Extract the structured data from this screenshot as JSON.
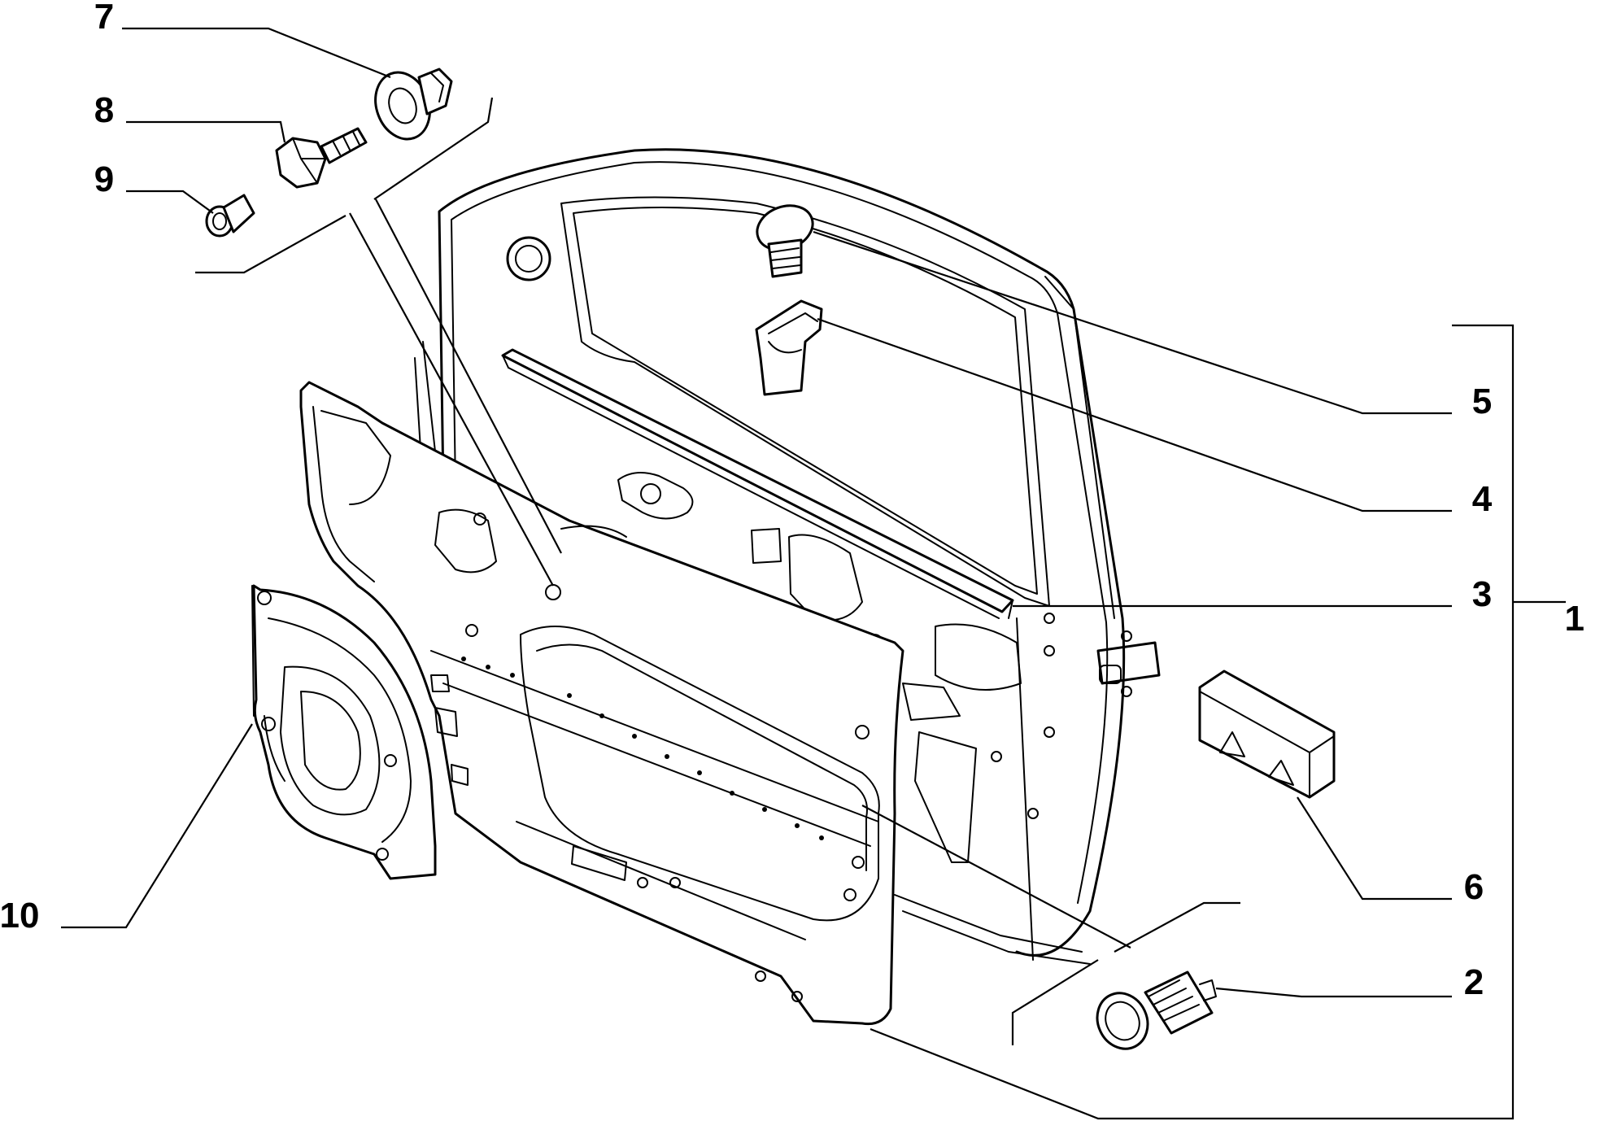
{
  "diagram": {
    "labels": [
      {
        "id": "1",
        "text": "1"
      },
      {
        "id": "2",
        "text": "2"
      },
      {
        "id": "3",
        "text": "3"
      },
      {
        "id": "4",
        "text": "4"
      },
      {
        "id": "5",
        "text": "5"
      },
      {
        "id": "6",
        "text": "6"
      },
      {
        "id": "7",
        "text": "7"
      },
      {
        "id": "8",
        "text": "8"
      },
      {
        "id": "9",
        "text": "9"
      },
      {
        "id": "10",
        "text": "10"
      }
    ],
    "colors": {
      "line": "#000000",
      "background": "#ffffff"
    }
  }
}
